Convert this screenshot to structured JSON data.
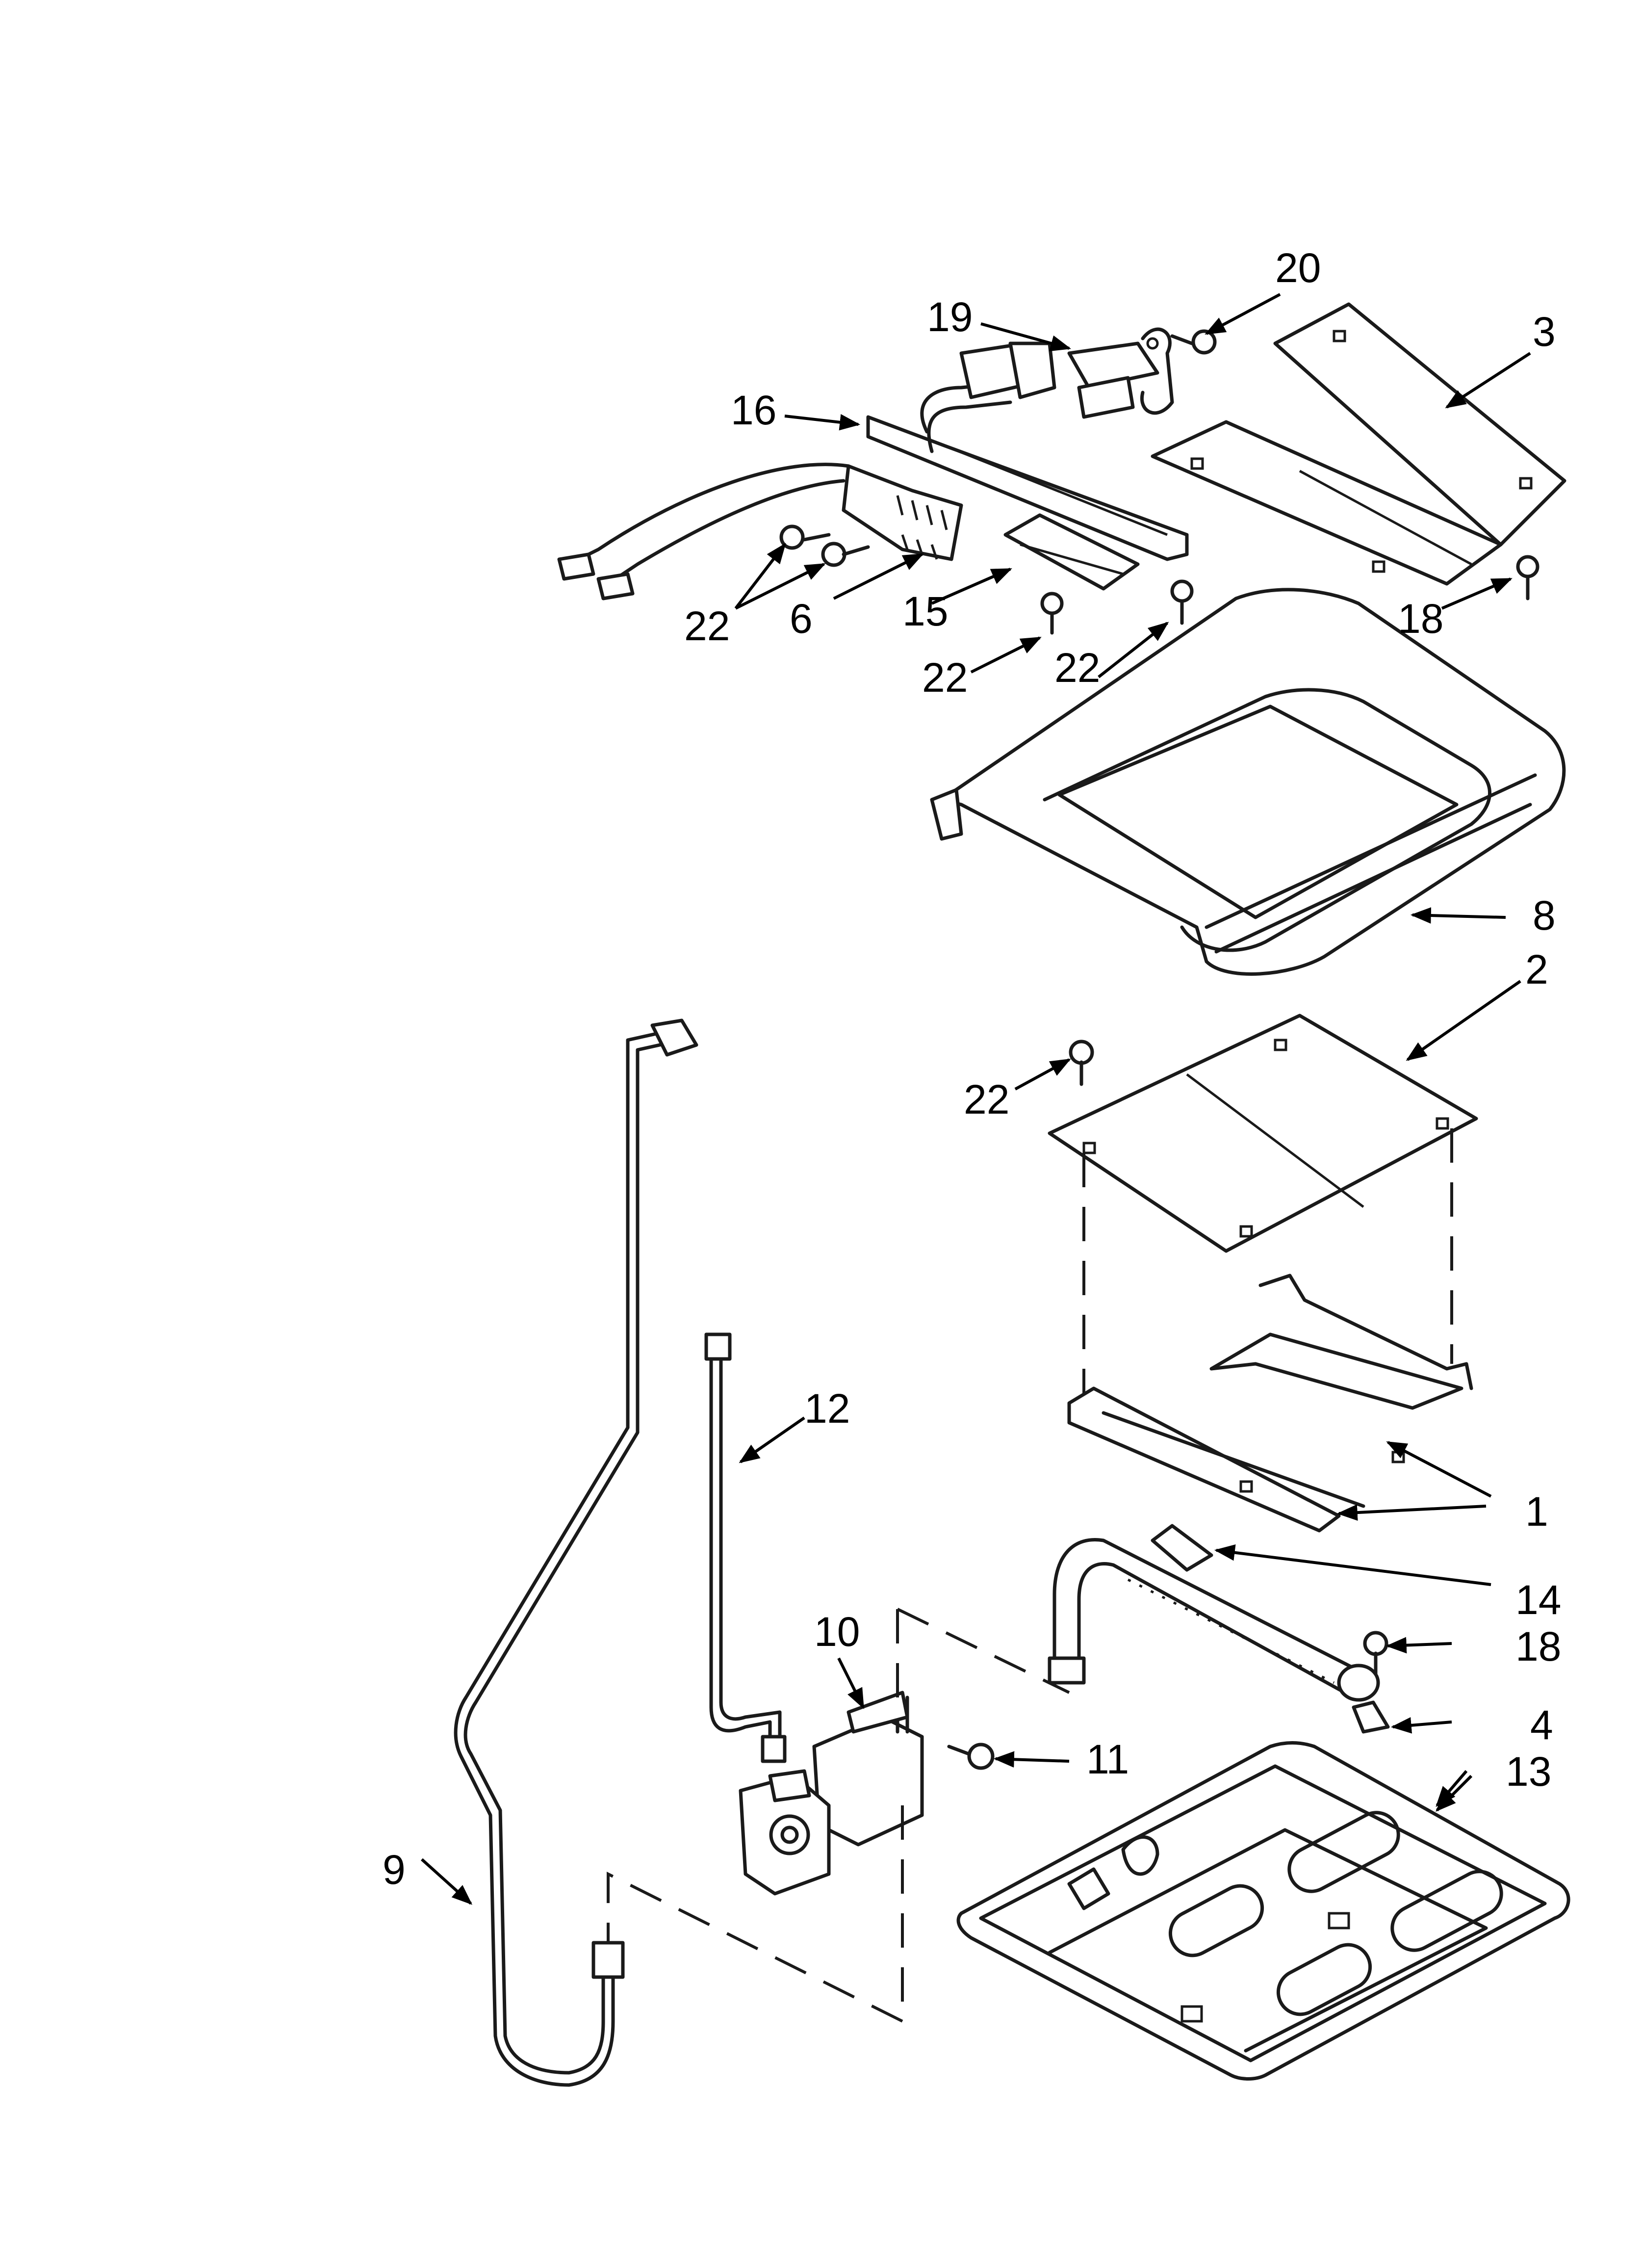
{
  "callouts": {
    "c20": "20",
    "c19": "19",
    "c3": "3",
    "c16": "16",
    "c22a": "22",
    "c6": "6",
    "c15": "15",
    "c22b": "22",
    "c22c": "22",
    "c18a": "18",
    "c8": "8",
    "c2": "2",
    "c22d": "22",
    "c12": "12",
    "c1": "1",
    "c14": "14",
    "c18b": "18",
    "c10": "10",
    "c11": "11",
    "c4": "4",
    "c13": "13",
    "c9": "9"
  },
  "colors": {
    "line": "#1a1a1a",
    "background": "#ffffff"
  }
}
